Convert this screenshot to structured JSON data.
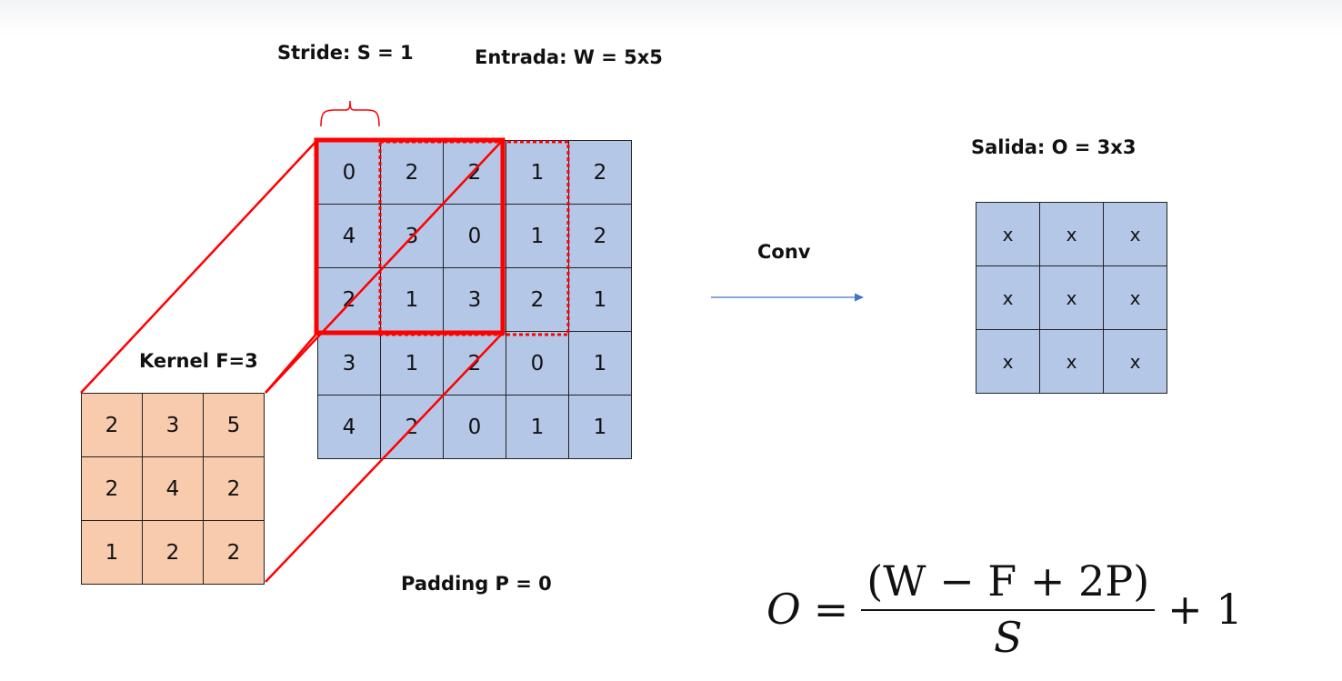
{
  "labels": {
    "stride": "Stride: S = 1",
    "input": "Entrada: W = 5x5",
    "output": "Salida: O = 3x3",
    "conv": "Conv",
    "kernel": "Kernel F=3",
    "padding": "Padding  P = 0"
  },
  "input_matrix": [
    [
      "0",
      "2",
      "2",
      "1",
      "2"
    ],
    [
      "4",
      "3",
      "0",
      "1",
      "2"
    ],
    [
      "2",
      "1",
      "3",
      "2",
      "1"
    ],
    [
      "3",
      "1",
      "2",
      "0",
      "1"
    ],
    [
      "4",
      "2",
      "0",
      "1",
      "1"
    ]
  ],
  "kernel_matrix": [
    [
      "2",
      "3",
      "5"
    ],
    [
      "2",
      "4",
      "2"
    ],
    [
      "1",
      "2",
      "2"
    ]
  ],
  "output_matrix": [
    [
      "x",
      "x",
      "x"
    ],
    [
      "x",
      "x",
      "x"
    ],
    [
      "x",
      "x",
      "x"
    ]
  ],
  "formula": {
    "lhs": "O",
    "equals": "=",
    "numerator": "(W − F + 2P)",
    "denominator": "S",
    "suffix": "+ 1"
  },
  "colors": {
    "input_fill": "#b4c7e7",
    "kernel_fill": "#f8cbad",
    "highlight": "#ff0000",
    "arrow": "#4472c4"
  }
}
